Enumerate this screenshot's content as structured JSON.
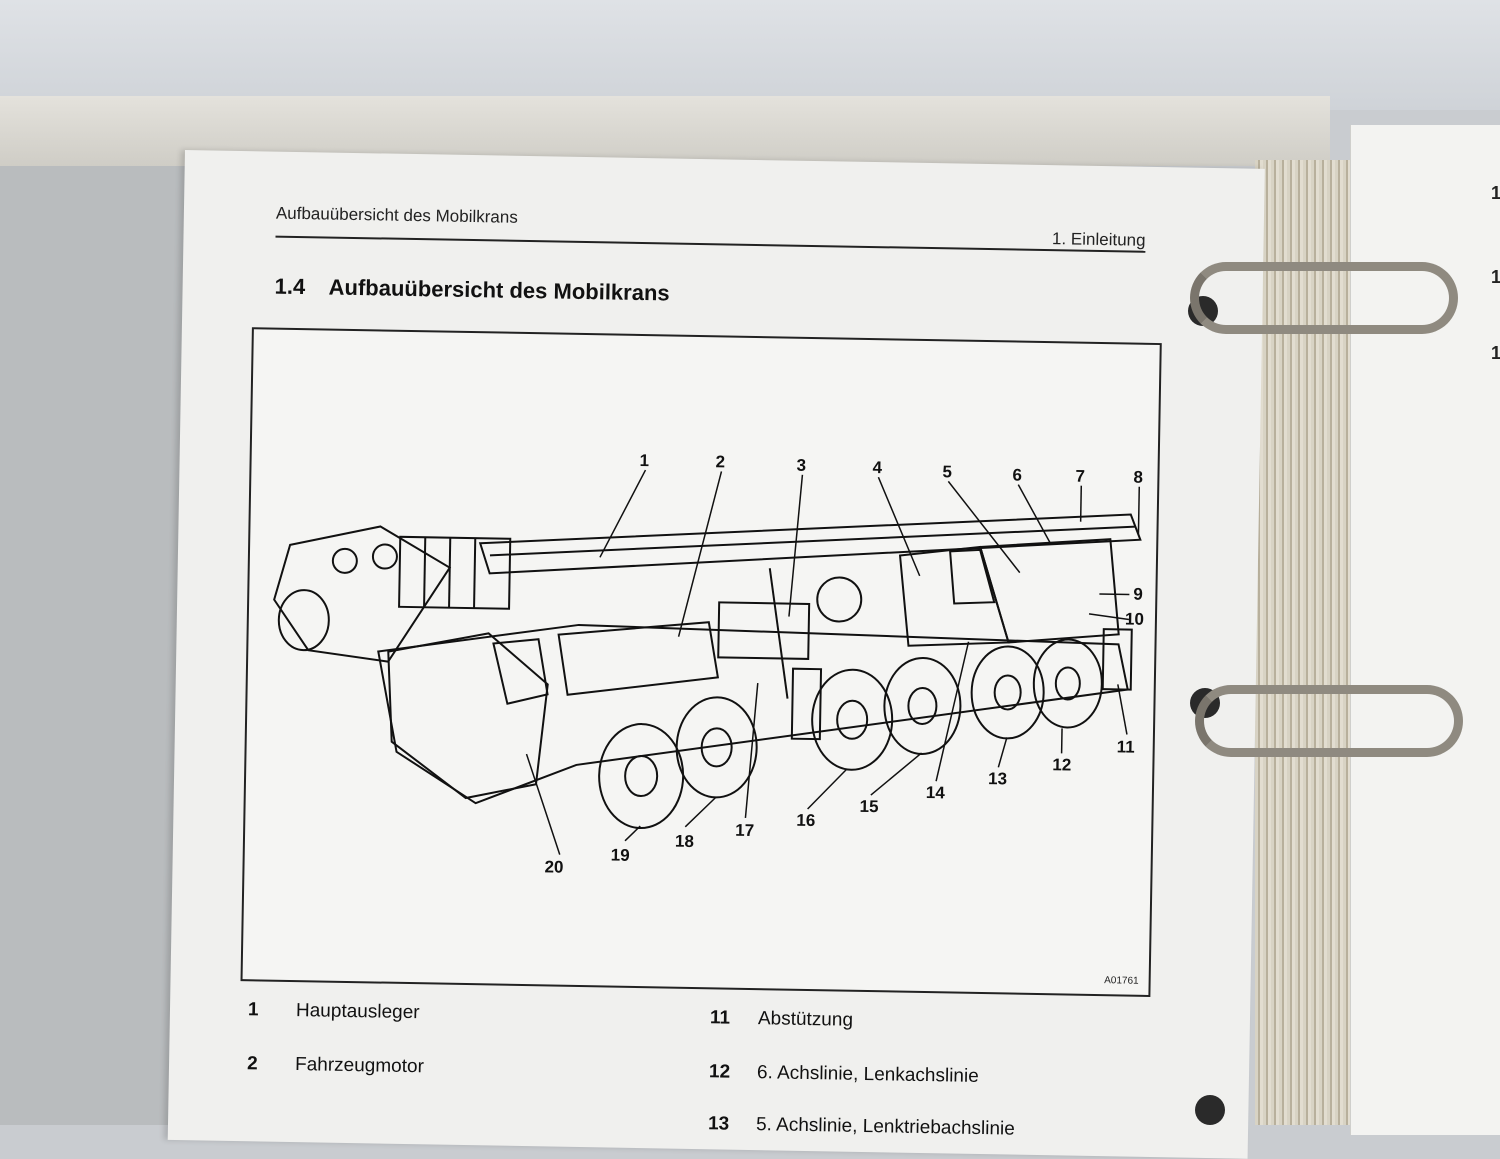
{
  "header": {
    "running_title": "Aufbauübersicht des Mobilkrans",
    "chapter": "1. Einleitung"
  },
  "section": {
    "number": "1.4",
    "title": "Aufbauübersicht des Mobilkrans"
  },
  "figure": {
    "code": "A01761",
    "callouts": [
      "1",
      "2",
      "3",
      "4",
      "5",
      "6",
      "7",
      "8",
      "9",
      "10",
      "11",
      "12",
      "13",
      "14",
      "15",
      "16",
      "17",
      "18",
      "19",
      "20"
    ]
  },
  "legend": [
    {
      "num": "1",
      "text": "Hauptausleger"
    },
    {
      "num": "2",
      "text": "Fahrzeugmotor"
    },
    {
      "num": "11",
      "text": "Abstützung"
    },
    {
      "num": "12",
      "text": "6. Achslinie, Lenkachslinie"
    },
    {
      "num": "13",
      "text": "5. Achslinie, Lenktriebachslinie"
    }
  ],
  "next_page": {
    "edge_chars": [
      "1",
      "1",
      "1"
    ]
  }
}
